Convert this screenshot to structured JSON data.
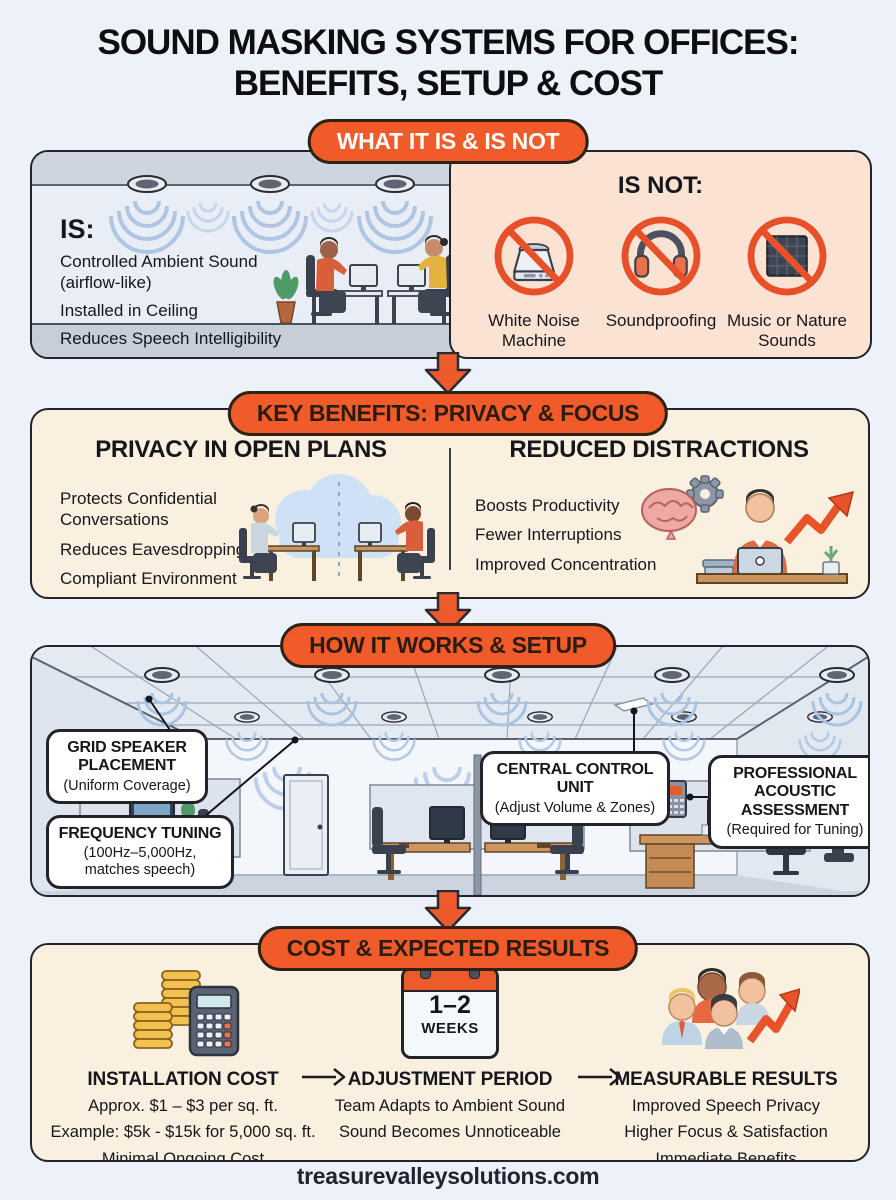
{
  "title": {
    "line1": "SOUND MASKING SYSTEMS FOR OFFICES:",
    "line2": "BENEFITS, SETUP & COST"
  },
  "colors": {
    "accent_orange": "#F15B2A",
    "prohibition_orange": "#E8502A",
    "outline_dark": "#23232B",
    "panel_cream": "#FAF0DF",
    "panel_peach": "#FBE3D4",
    "panel_blue": "#E9EEF6",
    "wave_blue": "#A9C4E2",
    "page_background": "#EDF1F8"
  },
  "what_it_is": {
    "badge": "WHAT IT IS & IS NOT",
    "is_heading": "IS:",
    "is_items": [
      "Controlled Ambient Sound (airflow-like)",
      "Installed in Ceiling",
      "Reduces Speech Intelligibility"
    ],
    "is_not_heading": "IS NOT:",
    "is_not_items": [
      {
        "label": "White Noise Machine",
        "icon": "white-noise-machine-prohibited-icon"
      },
      {
        "label": "Soundproofing",
        "icon": "headphones-prohibited-icon"
      },
      {
        "label": "Music or Nature Sounds",
        "icon": "acoustic-foam-prohibited-icon"
      }
    ]
  },
  "benefits": {
    "badge": "KEY BENEFITS: PRIVACY & FOCUS",
    "privacy_heading": "PRIVACY IN OPEN PLANS",
    "privacy_items": [
      "Protects Confidential Conversations",
      "Reduces Eavesdropping",
      "Compliant Environment"
    ],
    "focus_heading": "REDUCED DISTRACTIONS",
    "focus_items": [
      "Boosts Productivity",
      "Fewer Interruptions",
      "Improved Concentration"
    ]
  },
  "how_it_works": {
    "badge": "HOW IT WORKS & SETUP",
    "callouts": {
      "grid_speaker": {
        "title": "GRID SPEAKER PLACEMENT",
        "note": "(Uniform Coverage)"
      },
      "frequency": {
        "title": "FREQUENCY TUNING",
        "note": "(100Hz–5,000Hz, matches speech)"
      },
      "control": {
        "title": "CENTRAL CONTROL UNIT",
        "note": "(Adjust Volume & Zones)"
      },
      "assessment": {
        "title": "PROFESSIONAL ACOUSTIC ASSESSMENT",
        "note": "(Required for Tuning)"
      }
    }
  },
  "cost": {
    "badge": "COST & EXPECTED RESULTS",
    "steps": [
      {
        "icon": "coins-calculator-icon",
        "title": "INSTALLATION COST",
        "lines": [
          "Approx. $1 – $3 per sq. ft.",
          "Example: $5k - $15k for 5,000 sq. ft.",
          "Minimal Ongoing Cost"
        ]
      },
      {
        "icon": "calendar-icon",
        "calendar_top": "1–2",
        "calendar_bottom": "WEEKS",
        "title": "ADJUSTMENT PERIOD",
        "lines": [
          "Team Adapts to Ambient Sound",
          "Sound Becomes Unnoticeable"
        ]
      },
      {
        "icon": "team-growth-icon",
        "title": "MEASURABLE RESULTS",
        "lines": [
          "Improved Speech Privacy",
          "Higher Focus & Satisfaction",
          "Immediate Benefits"
        ]
      }
    ]
  },
  "footer": {
    "website": "treasurevalleysolutions.com"
  }
}
